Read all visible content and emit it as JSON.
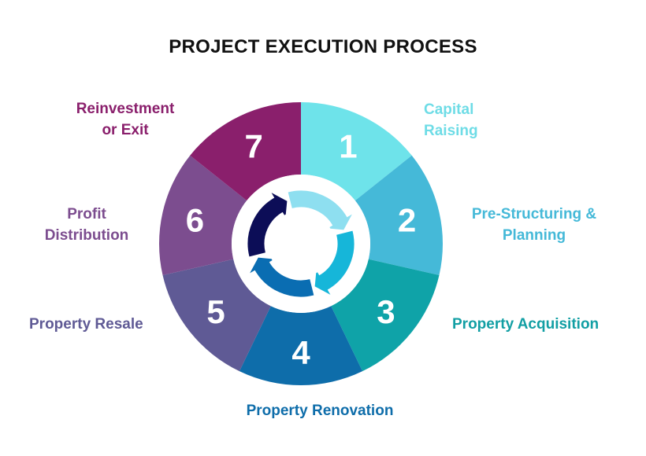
{
  "title": "PROJECT EXECUTION PROCESS",
  "steps": [
    {
      "number": "1",
      "lines": [
        "Capital",
        "Raising"
      ],
      "color": "#6EE3EA"
    },
    {
      "number": "2",
      "lines": [
        "Pre-Structuring &",
        "Planning"
      ],
      "color": "#45B9D8"
    },
    {
      "number": "3",
      "lines": [
        "Property Acquisition"
      ],
      "color": "#0FA3A8"
    },
    {
      "number": "4",
      "lines": [
        "Property Renovation"
      ],
      "color": "#0E6DAA"
    },
    {
      "number": "5",
      "lines": [
        "Property Resale"
      ],
      "color": "#5F5A95"
    },
    {
      "number": "6",
      "lines": [
        "Profit",
        "Distribution"
      ],
      "color": "#7C4D8F"
    },
    {
      "number": "7",
      "lines": [
        "Reinvestment",
        "or Exit"
      ],
      "color": "#8A1F6C"
    }
  ],
  "center_cycle": {
    "icon": "cycle-arrows-icon",
    "colors": [
      "#8EDFF0",
      "#16B6D9",
      "#0A6DB2",
      "#0C0D57"
    ]
  }
}
